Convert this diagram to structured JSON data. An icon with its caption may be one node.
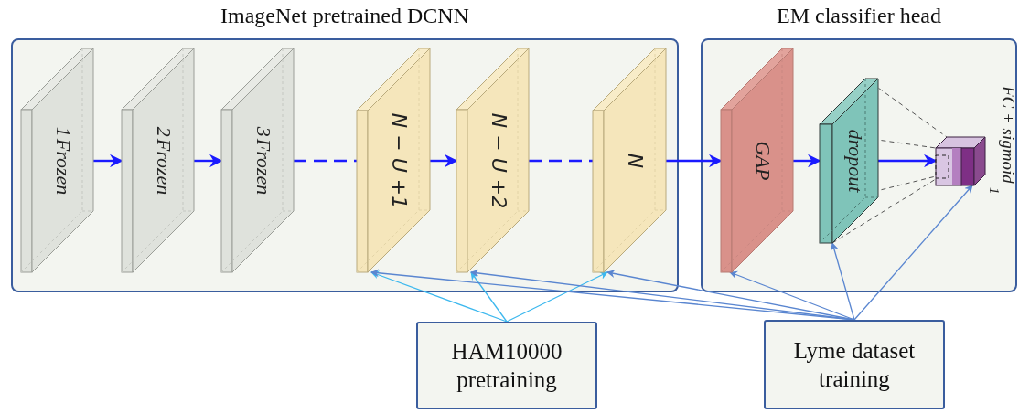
{
  "diagram": {
    "nodes": [
      {
        "text": [
          "ImageNet pretrained DCNN"
        ]
      },
      {
        "text": [
          "1",
          "Frozen"
        ],
        "in": 0
      },
      {
        "text": [
          "2",
          "Frozen"
        ],
        "in": 0
      },
      {
        "text": [
          "3",
          "Frozen"
        ],
        "in": 0
      },
      {
        "text": [
          "N − U +1"
        ],
        "in": 0
      },
      {
        "text": [
          "N − U +2"
        ],
        "in": 0
      },
      {
        "text": [
          "N"
        ],
        "in": 0
      },
      {
        "text": [
          "EM classifier head"
        ]
      },
      {
        "text": [
          "GAP"
        ],
        "in": 7
      },
      {
        "text": [
          "dropout"
        ],
        "in": 7
      },
      {
        "text": [],
        "shape": "box",
        "in": 7,
        "beside": [
          "FC + sigmoid",
          "1"
        ]
      },
      {
        "text": [
          "HAM10000 pretraining"
        ]
      },
      {
        "text": [
          "Lyme dataset training"
        ]
      }
    ],
    "edges": [
      {
        "from": 1,
        "to": 2,
        "arrow": "to"
      },
      {
        "from": 2,
        "to": 3,
        "arrow": "to"
      },
      {
        "from": 3,
        "to": 4,
        "arrow": "none",
        "style": "dashed"
      },
      {
        "from": 4,
        "to": 5,
        "arrow": "to"
      },
      {
        "from": 5,
        "to": 6,
        "arrow": "none",
        "style": "dashed"
      },
      {
        "from": 6,
        "to": 8,
        "arrow": "to"
      },
      {
        "from": 8,
        "to": 9,
        "arrow": "to"
      },
      {
        "from": 9,
        "to": 10,
        "arrow": "to"
      },
      {
        "from": 11,
        "to": 4,
        "arrow": "to",
        "color": "#3db8ee"
      },
      {
        "from": 11,
        "to": 5,
        "arrow": "to",
        "color": "#3db8ee"
      },
      {
        "from": 11,
        "to": 6,
        "arrow": "to",
        "color": "#3db8ee"
      },
      {
        "from": 12,
        "to": 4,
        "arrow": "to",
        "color": "#5a86d0"
      },
      {
        "from": 12,
        "to": 5,
        "arrow": "to",
        "color": "#5a86d0"
      },
      {
        "from": 12,
        "to": 6,
        "arrow": "to",
        "color": "#5a86d0"
      },
      {
        "from": 12,
        "to": 8,
        "arrow": "to",
        "color": "#5a86d0"
      },
      {
        "from": 12,
        "to": 9,
        "arrow": "to",
        "color": "#5a86d0"
      },
      {
        "from": 12,
        "to": 10,
        "arrow": "to",
        "color": "#5a86d0"
      }
    ]
  }
}
